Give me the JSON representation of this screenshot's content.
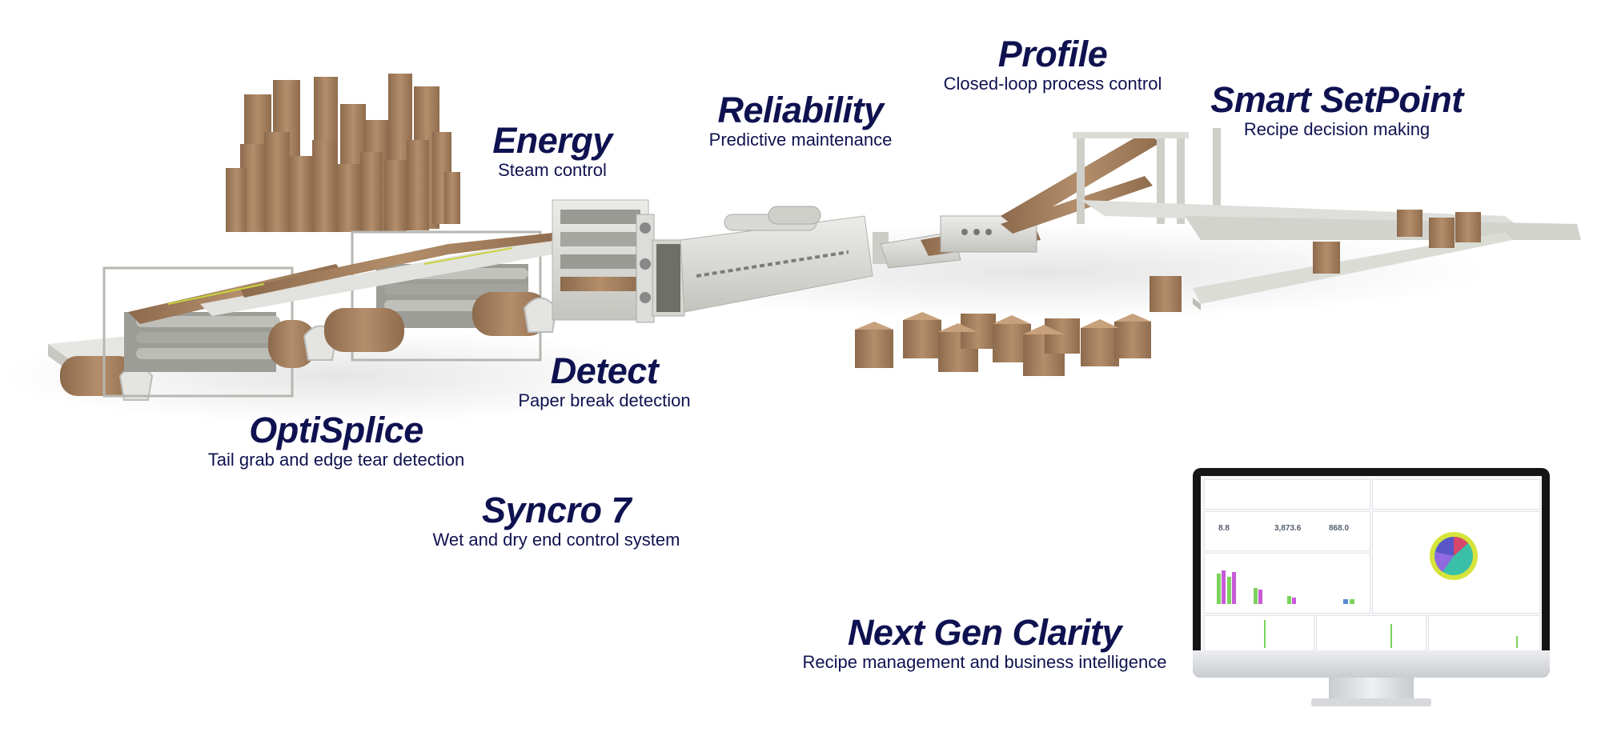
{
  "labels": {
    "energy": {
      "title": "Energy",
      "subtitle": "Steam control"
    },
    "reliability": {
      "title": "Reliability",
      "subtitle": "Predictive maintenance"
    },
    "profile": {
      "title": "Profile",
      "subtitle": "Closed-loop process control"
    },
    "smart_setpoint": {
      "title": "Smart SetPoint",
      "subtitle": "Recipe decision making"
    },
    "detect": {
      "title": "Detect",
      "subtitle": "Paper break detection"
    },
    "optisplice": {
      "title": "OptiSplice",
      "subtitle": "Tail grab and edge tear detection"
    },
    "syncro": {
      "title": "Syncro 7",
      "subtitle": "Wet and dry end control system"
    },
    "next_gen": {
      "title": "Next Gen Clarity",
      "subtitle": "Recipe management and business intelligence"
    }
  },
  "dashboard": {
    "kpi_1": "8.8",
    "kpi_2": "3,873.6",
    "kpi_3": "868.0"
  },
  "colors": {
    "title_text": "#0f1250",
    "cardboard": "#a98462",
    "machine": "#d9d9d4"
  }
}
